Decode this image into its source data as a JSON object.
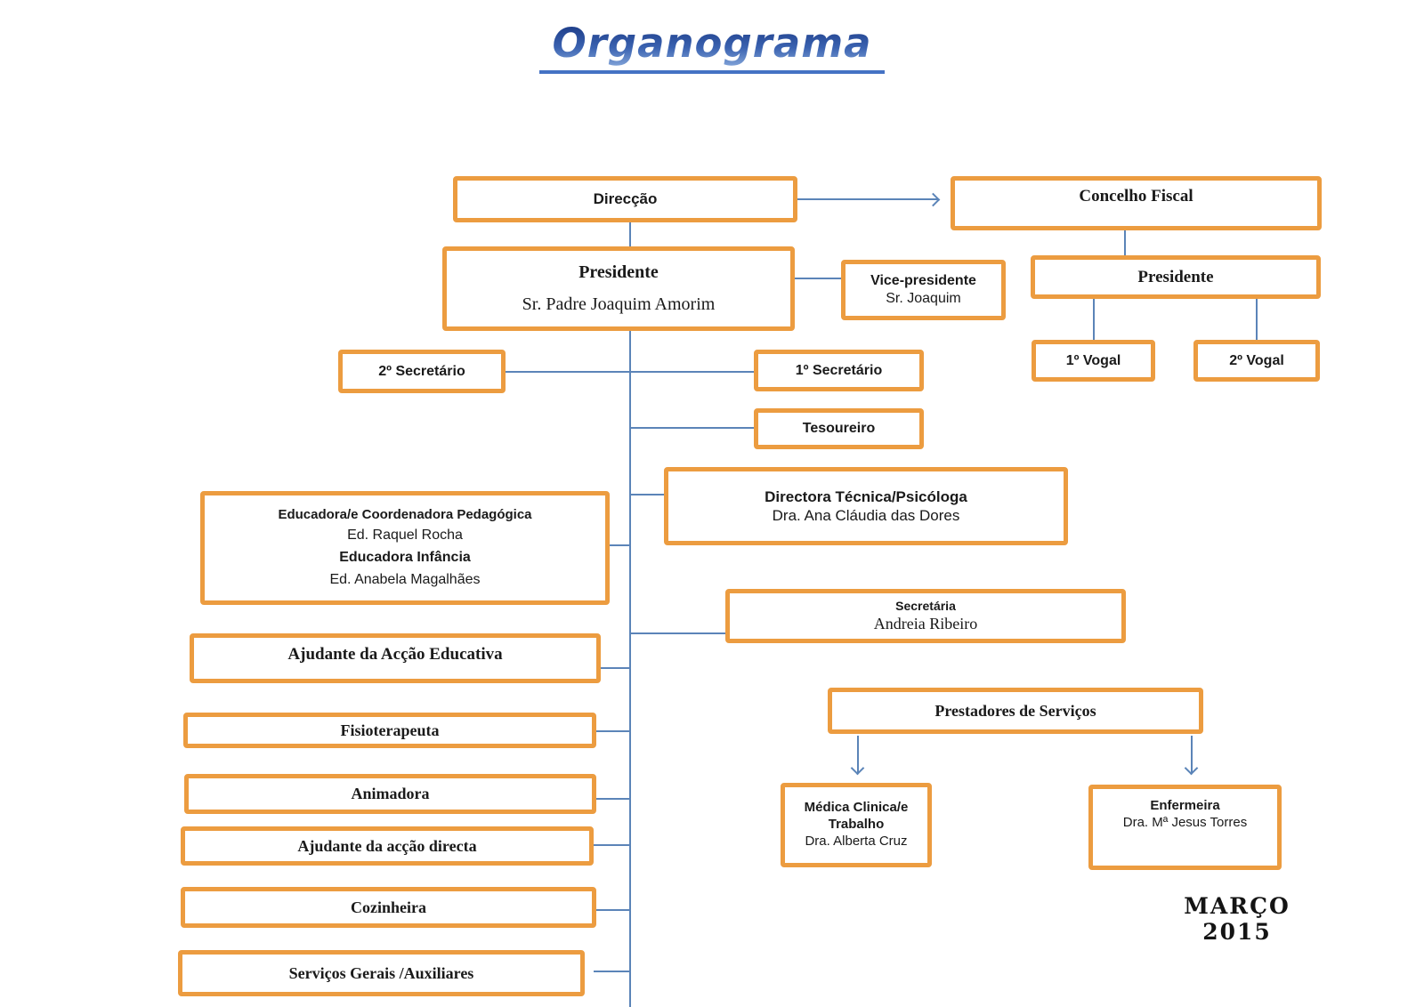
{
  "title": "Organograma",
  "footer": {
    "date": "MARÇO 2015"
  },
  "colors": {
    "box_border_orange": "#EC9C40",
    "connector_blue": "#5B84B8",
    "title_blue": "#2d55a5",
    "title_underline": "#4472C4"
  },
  "boxes": {
    "direccao": {
      "title": "Direcção"
    },
    "concelho_fiscal": {
      "title": "Concelho Fiscal"
    },
    "presidente_direccao": {
      "title": "Presidente",
      "name": "Sr. Padre Joaquim Amorim"
    },
    "vice_presidente": {
      "title": "Vice-presidente",
      "name": "Sr. Joaquim"
    },
    "presidente_fiscal": {
      "title": "Presidente"
    },
    "vogal_1": {
      "title": "1º Vogal"
    },
    "vogal_2": {
      "title": "2º Vogal"
    },
    "secretario_2": {
      "title": "2º Secretário"
    },
    "secretario_1": {
      "title": "1º Secretário"
    },
    "tesoureiro": {
      "title": "Tesoureiro"
    },
    "directora_tecnica": {
      "title": "Directora Técnica/Psicóloga",
      "name": "Dra. Ana Cláudia das Dores"
    },
    "educadora": {
      "role1": "Educadora/e Coordenadora Pedagógica",
      "name1": "Ed. Raquel Rocha",
      "role2": "Educadora Infância",
      "name2": "Ed. Anabela Magalhães"
    },
    "secretaria": {
      "title": "Secretária",
      "name": "Andreia Ribeiro"
    },
    "ajudante_educativa": {
      "title": "Ajudante da Acção Educativa"
    },
    "prestadores": {
      "title": "Prestadores de Serviços"
    },
    "fisioterapeuta": {
      "title": "Fisioterapeuta"
    },
    "animadora": {
      "title": "Animadora"
    },
    "medica": {
      "role_line1": "Médica Clinica/e",
      "role_line2": "Trabalho",
      "name": "Dra. Alberta Cruz"
    },
    "enfermeira": {
      "title": "Enfermeira",
      "name": "Dra. Mª Jesus Torres"
    },
    "ajudante_directa": {
      "title": "Ajudante da acção directa"
    },
    "cozinheira": {
      "title": "Cozinheira"
    },
    "servicos_gerais": {
      "title": "Serviços Gerais /Auxiliares"
    }
  }
}
